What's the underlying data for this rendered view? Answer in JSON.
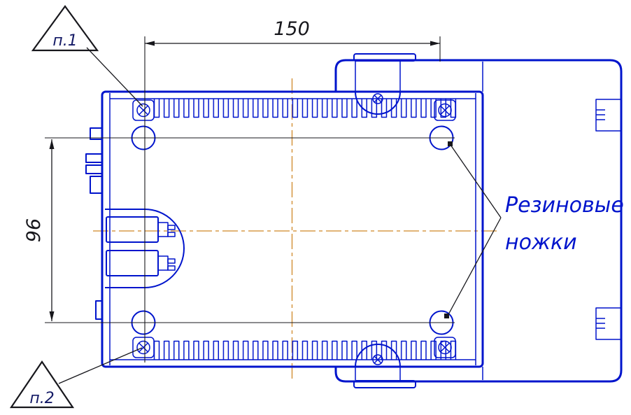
{
  "drawing": {
    "dimensions": {
      "width": "150",
      "height": "96"
    },
    "markers": {
      "p1": "п.1",
      "p2": "п.2"
    },
    "note": {
      "line1": "Резиновые",
      "line2": "ножки"
    },
    "colors": {
      "part_line": "#0014cc",
      "centerline": "#d79b4a",
      "dimension_line": "#17171c",
      "marker_text": "#141a66"
    }
  }
}
